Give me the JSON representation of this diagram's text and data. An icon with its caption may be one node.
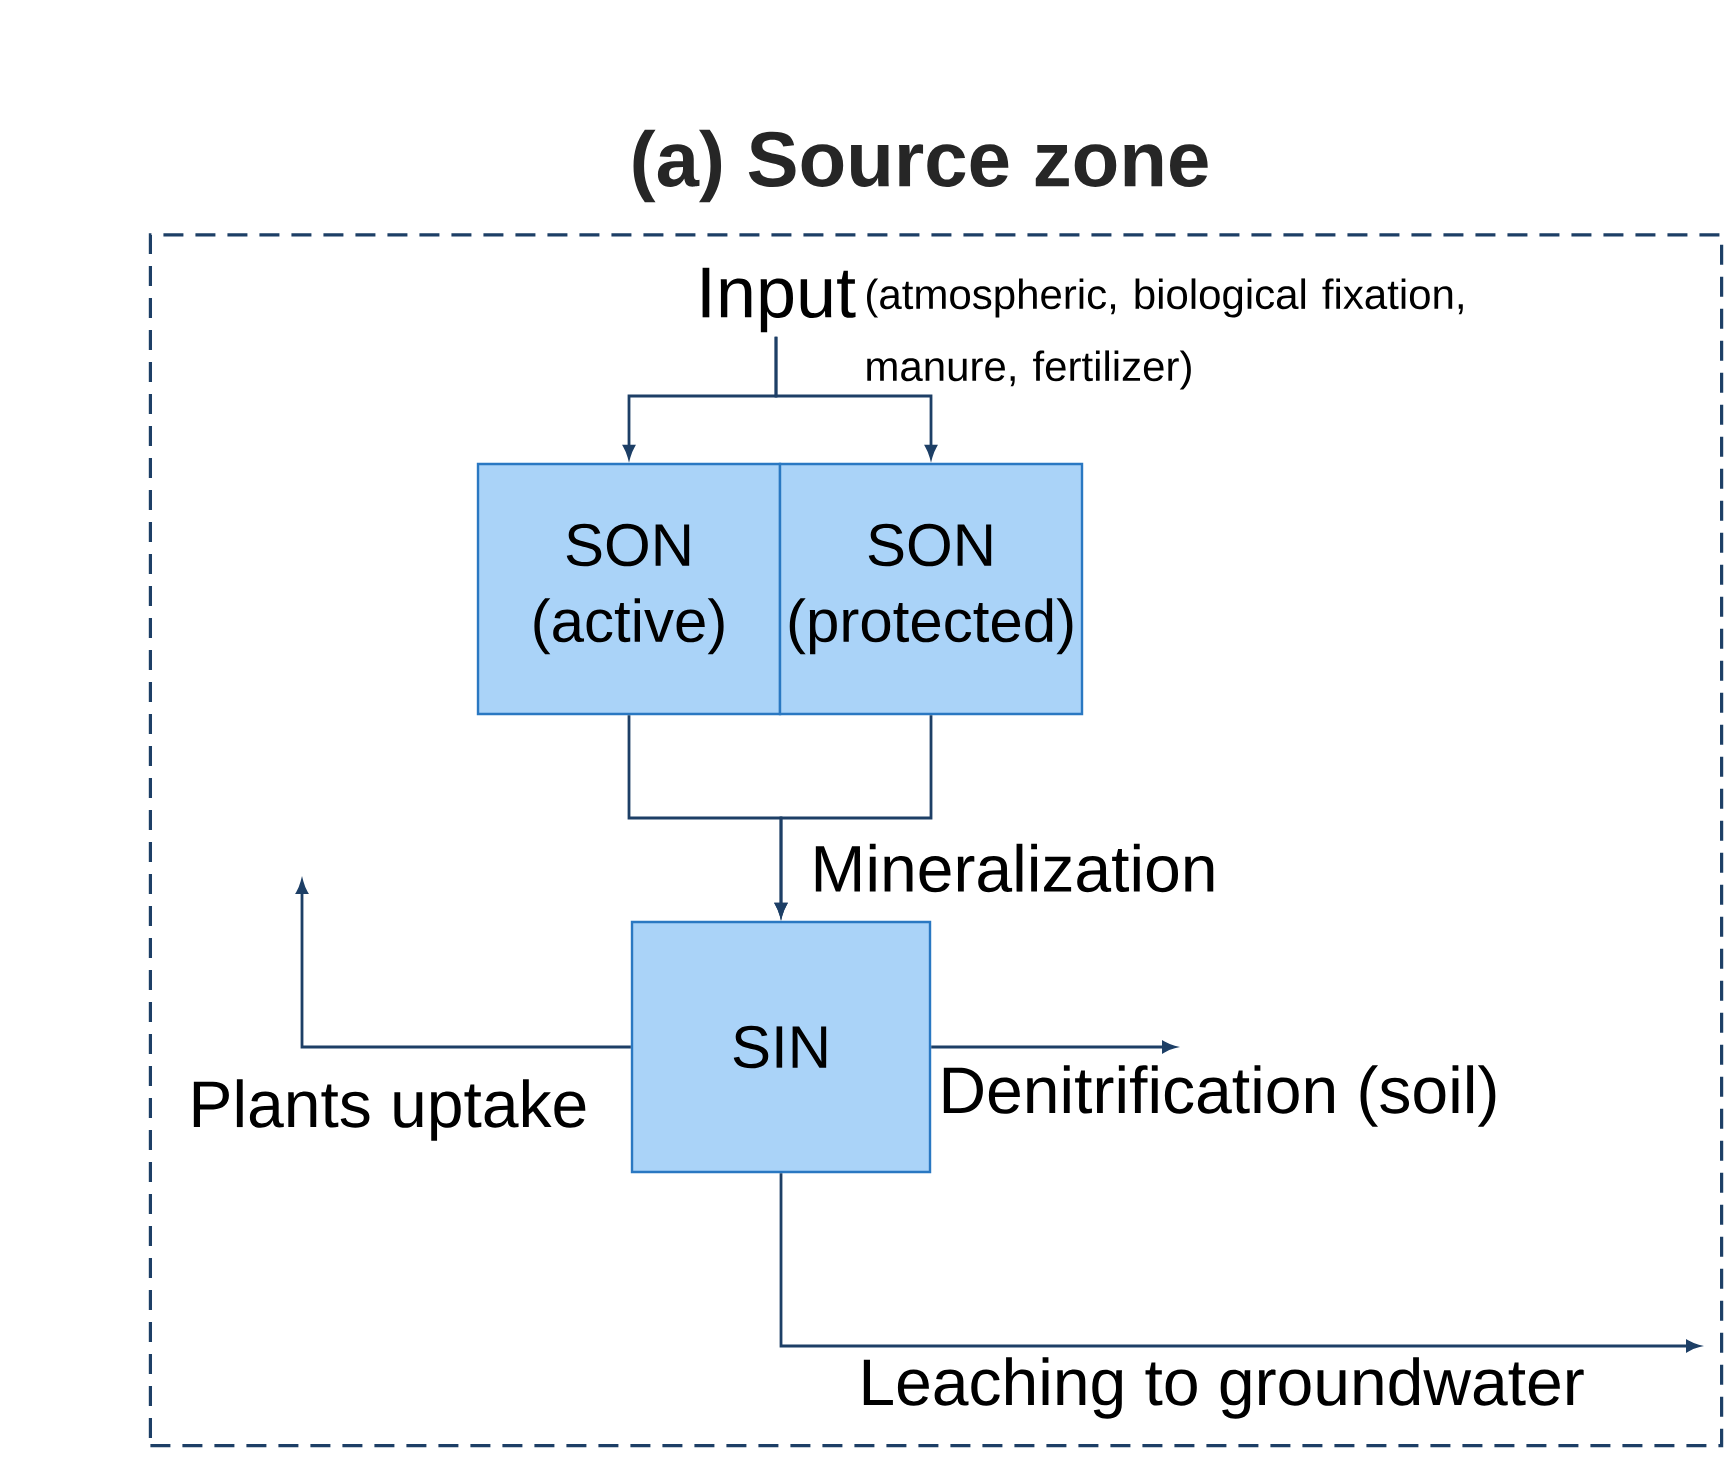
{
  "diagram": {
    "nodes": [
      {
        "text": [
          "(a) Source zone"
        ]
      },
      {
        "text": [
          "Input",
          "(atmospheric, biological fixation, manure, fertilizer)"
        ],
        "in": 0
      },
      {
        "text": [
          "SON (active)"
        ],
        "in": 0
      },
      {
        "text": [
          "SON (protected)"
        ],
        "in": 0
      },
      {
        "text": [
          "SIN"
        ],
        "in": 0
      }
    ],
    "edges": [
      {
        "from": 1,
        "to": 2,
        "arrow": "to"
      },
      {
        "from": 1,
        "to": 3,
        "arrow": "to"
      },
      {
        "from": 2,
        "to": 4,
        "arrow": "to",
        "label": "Mineralization"
      },
      {
        "from": 3,
        "to": 4,
        "arrow": "to"
      },
      {
        "from": 4,
        "to": null,
        "arrow": "to",
        "label": "Plants uptake"
      },
      {
        "from": 4,
        "to": null,
        "arrow": "to",
        "label": "Denitrification (soil)"
      },
      {
        "from": 4,
        "to": null,
        "arrow": "to",
        "label": "Leaching to groundwater"
      }
    ]
  }
}
